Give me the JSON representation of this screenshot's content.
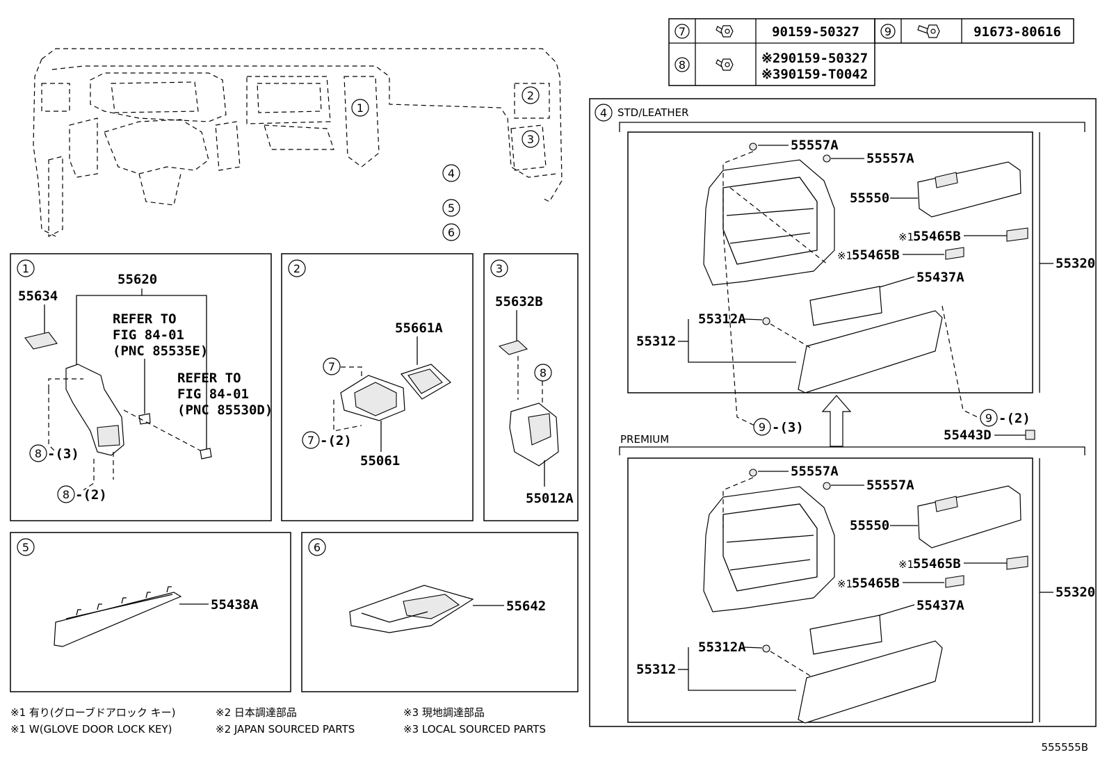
{
  "fastener_table": {
    "rows": [
      {
        "ref": "7",
        "part": "90159-50327"
      },
      {
        "ref": "8",
        "part_line1": "※290159-50327",
        "part_line2": "※390159-T0042"
      },
      {
        "ref": "9",
        "part": "91673-80616"
      }
    ]
  },
  "overview": {
    "callouts": [
      "1",
      "2",
      "3",
      "4",
      "5",
      "6"
    ]
  },
  "panel1": {
    "ref": "1",
    "parts": {
      "p55634": "55634",
      "p55620": "55620"
    },
    "refer_a": {
      "l1": "REFER TO",
      "l2": "FIG 84-01",
      "l3": "(PNC 85535E)"
    },
    "refer_b": {
      "l1": "REFER TO",
      "l2": "FIG 84-01",
      "l3": "(PNC 85530D)"
    },
    "qty_8_3": "-(3)",
    "qty_8_2": "-(2)"
  },
  "panel2": {
    "ref": "2",
    "parts": {
      "p55661A": "55661A",
      "p55061": "55061"
    },
    "qty_7_2": "-(2)"
  },
  "panel3": {
    "ref": "3",
    "parts": {
      "p55632B": "55632B",
      "p55012A": "55012A"
    }
  },
  "panel4": {
    "ref": "4",
    "std_label": "STD/LEATHER",
    "premium_label": "PREMIUM",
    "parts": {
      "p55557A": "55557A",
      "p55550": "55550",
      "p55465B": "55465B",
      "p55437A": "55437A",
      "p55312A": "55312A",
      "p55312": "55312",
      "p55320": "55320",
      "p55443D": "55443D"
    },
    "mark1": "※1",
    "qty_9_3": "-(3)",
    "qty_9_2": "-(2)"
  },
  "panel5": {
    "ref": "5",
    "parts": {
      "p55438A": "55438A"
    }
  },
  "panel6": {
    "ref": "6",
    "parts": {
      "p55642": "55642"
    }
  },
  "footnotes": {
    "jp1": "※1 有り(グローブドアロック キー)",
    "jp2": "※2 日本調達部品",
    "jp3": "※3 現地調達部品",
    "en1": "※1 W(GLOVE DOOR LOCK KEY)",
    "en2": "※2 JAPAN SOURCED PARTS",
    "en3": "※3 LOCAL SOURCED PARTS"
  },
  "figure_id": "555555B"
}
